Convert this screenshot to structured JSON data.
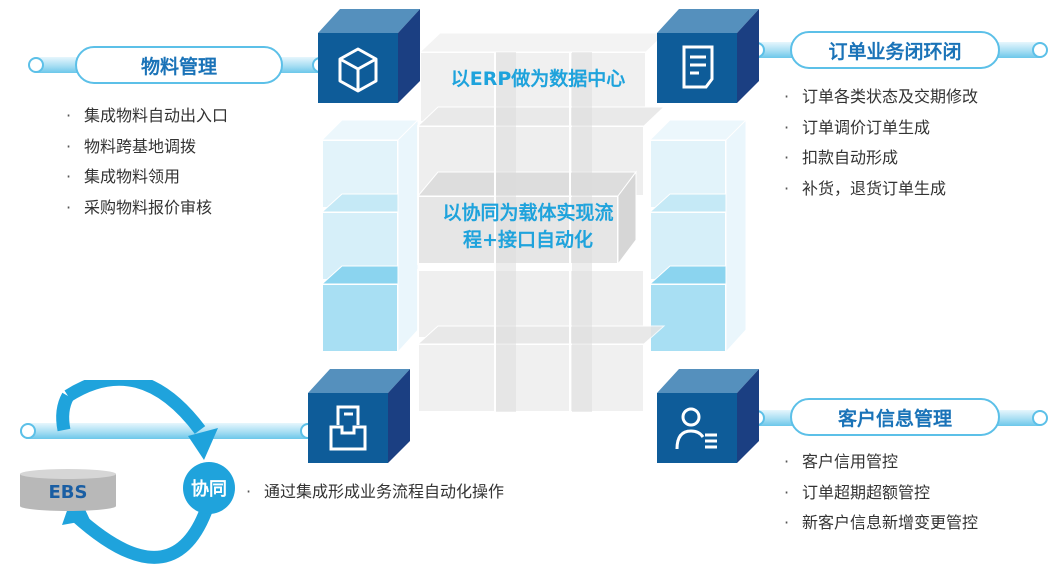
{
  "center": {
    "title1": "以ERP做为数据中心",
    "title2_line1": "以协同为载体实现流",
    "title2_line2": "程+接口自动化"
  },
  "material": {
    "label": "物料管理",
    "items": [
      "集成物料自动出入口",
      "物料跨基地调拨",
      "集成物料领用",
      "采购物料报价审核"
    ]
  },
  "order": {
    "label": "订单业务闭环闭",
    "items": [
      "订单各类状态及交期修改",
      "订单调价订单生成",
      "扣款自动形成",
      "补货，退货订单生成"
    ]
  },
  "customer": {
    "label": "客户信息管理",
    "items": [
      "客户信用管控",
      "订单超期超额管控",
      "新客户信息新增变更管控"
    ]
  },
  "collab": {
    "ebs_label": "EBS",
    "circle_label": "协同",
    "description": "通过集成形成业务流程自动化操作"
  },
  "colors": {
    "cube_front": "#0e5c99",
    "cube_top": "#5590bd",
    "cube_side": "#1b3f82",
    "accent": "#1fa3dc"
  }
}
